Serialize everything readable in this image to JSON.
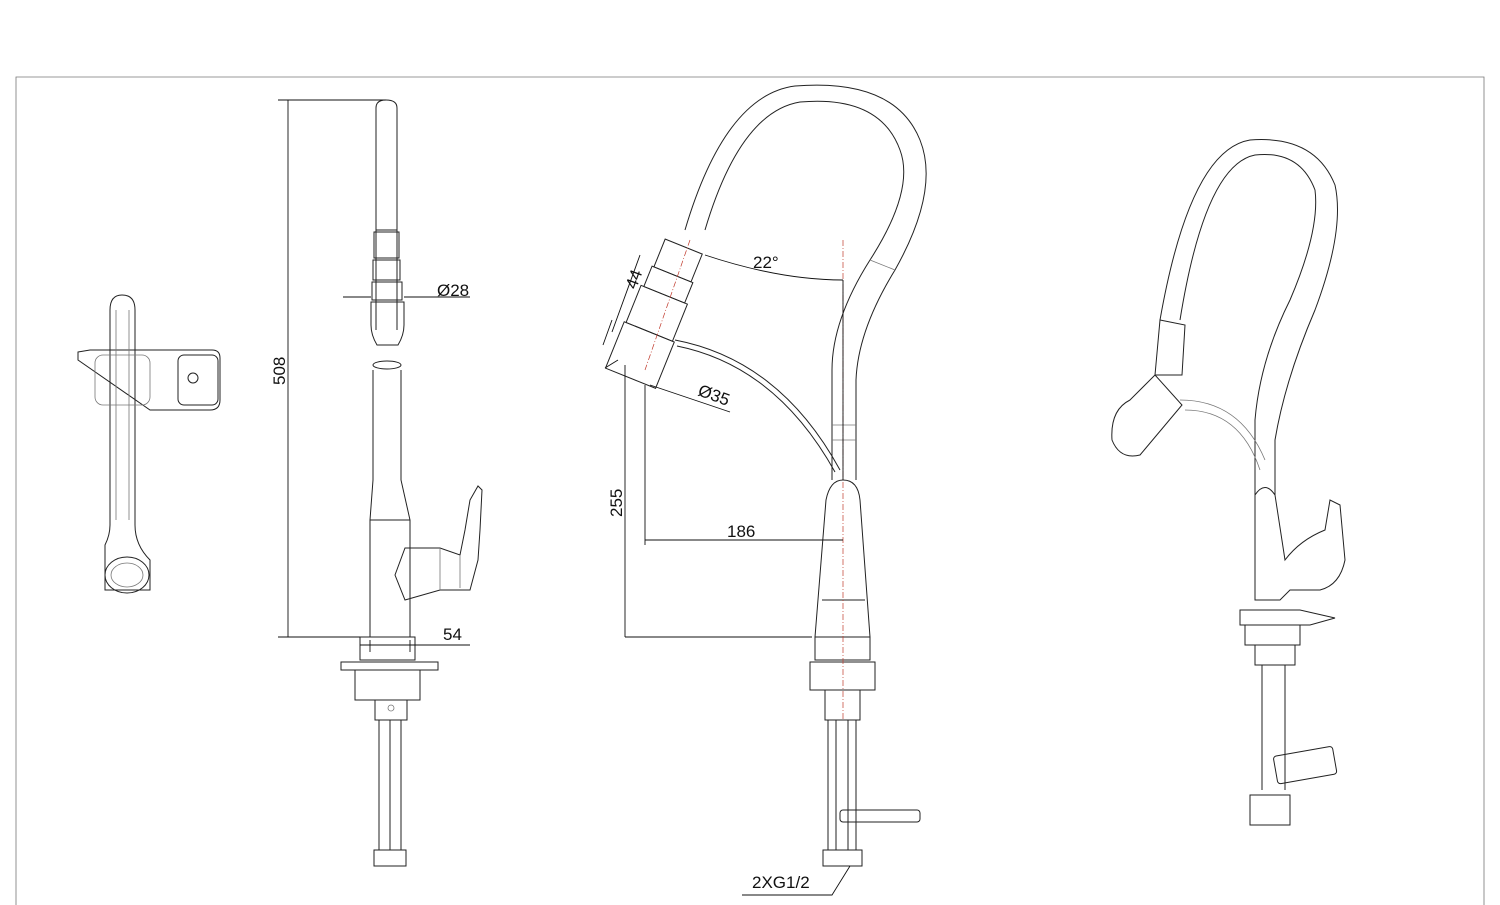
{
  "drawing": {
    "views": [
      "top-view",
      "side-view",
      "front-view",
      "perspective-view"
    ],
    "dimensions": {
      "total_height": "508",
      "spout_diameter": "Ø28",
      "base_diameter": "54",
      "spray_head_length": "44",
      "spray_angle": "22°",
      "spray_head_diameter": "Ø35",
      "spout_outlet_height": "255",
      "spout_reach": "186",
      "connection_thread": "2XG1/2"
    },
    "colors": {
      "line": "#222222",
      "centerline": "#c0392b"
    }
  }
}
